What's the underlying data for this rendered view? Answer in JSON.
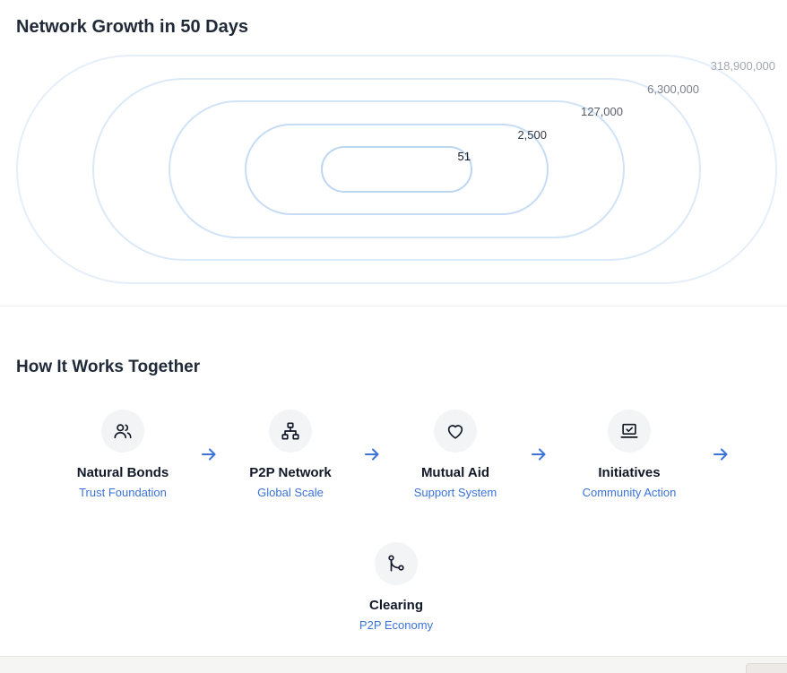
{
  "growth": {
    "title": "Network Growth in 50 Days",
    "rings": [
      {
        "label": "51",
        "color": "#111827",
        "stroke": "#bcd6f2"
      },
      {
        "label": "2,500",
        "color": "#333a44",
        "stroke": "#c6dcf4"
      },
      {
        "label": "127,000",
        "color": "#565d68",
        "stroke": "#d1e3f6"
      },
      {
        "label": "6,300,000",
        "color": "#7b818b",
        "stroke": "#dbe9f8"
      },
      {
        "label": "318,900,000",
        "color": "#a3a8b0",
        "stroke": "#e5effa"
      }
    ]
  },
  "how": {
    "title": "How It Works Together",
    "steps": [
      {
        "title": "Natural Bonds",
        "subtitle": "Trust Foundation",
        "icon": "users-icon"
      },
      {
        "title": "P2P Network",
        "subtitle": "Global Scale",
        "icon": "network-icon"
      },
      {
        "title": "Mutual Aid",
        "subtitle": "Support System",
        "icon": "heart-icon"
      },
      {
        "title": "Initiatives",
        "subtitle": "Community Action",
        "icon": "laptop-check-icon"
      },
      {
        "title": "Clearing",
        "subtitle": "P2P Economy",
        "icon": "git-merge-icon"
      }
    ],
    "arrow_icon": "arrow-right-icon",
    "accent": "#3b73d8"
  }
}
